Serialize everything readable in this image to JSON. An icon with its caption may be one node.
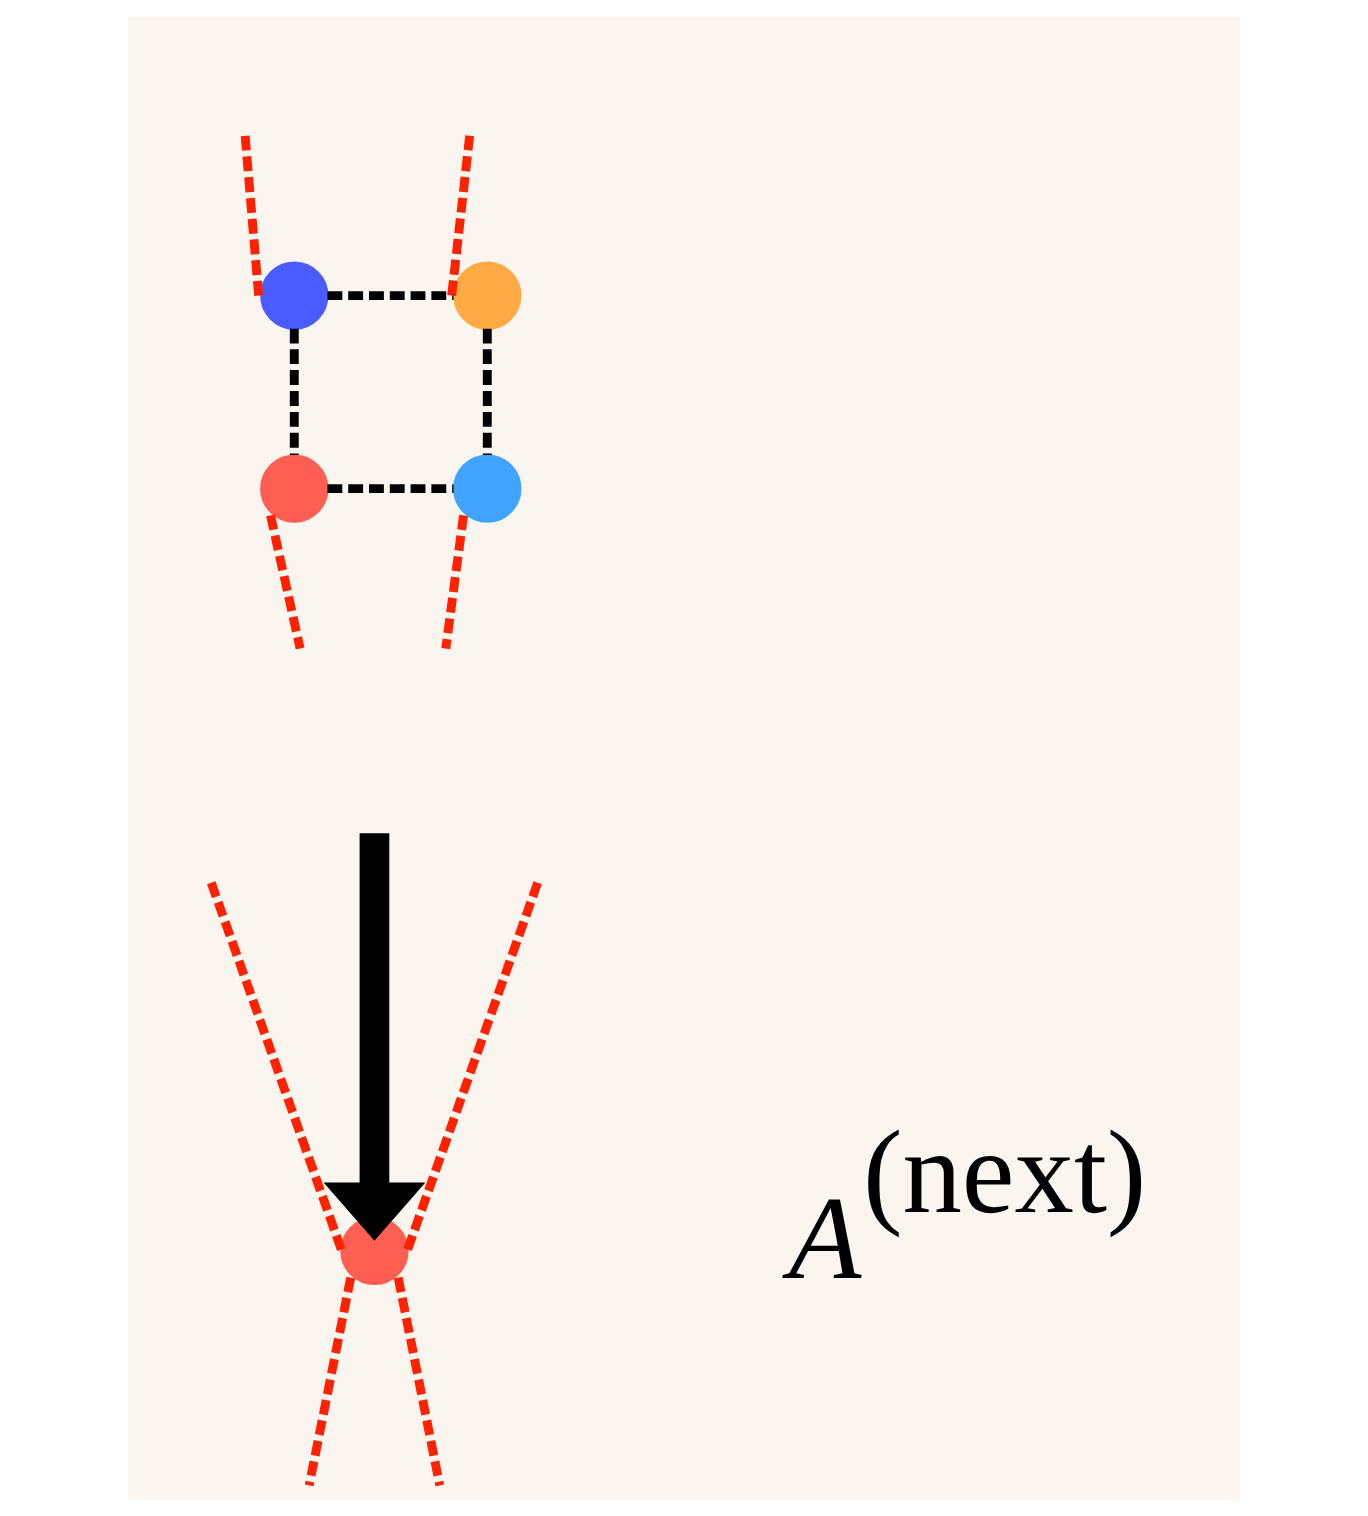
{
  "diagram": {
    "nodes": [
      {
        "text": [],
        "shape": "circle"
      },
      {
        "text": [],
        "shape": "circle"
      },
      {
        "text": [],
        "shape": "circle"
      },
      {
        "text": [],
        "shape": "circle"
      },
      {
        "text": [],
        "shape": "circle",
        "beside": [
          "A$^{(next)}$"
        ]
      }
    ],
    "edges": [
      {
        "from": 0,
        "to": 1,
        "arrow": "none",
        "style": "dashed",
        "color": "#000000"
      },
      {
        "from": 0,
        "to": 2,
        "arrow": "none",
        "style": "dashed",
        "color": "#000000"
      },
      {
        "from": 1,
        "to": 3,
        "arrow": "none",
        "style": "dashed",
        "color": "#000000"
      },
      {
        "from": 2,
        "to": 3,
        "arrow": "none",
        "style": "dashed",
        "color": "#000000"
      },
      {
        "from": null,
        "to": 0,
        "arrow": "none",
        "style": "dashed",
        "color": "#ff2200"
      },
      {
        "from": null,
        "to": 1,
        "arrow": "none",
        "style": "dashed",
        "color": "#ff2200"
      },
      {
        "from": 2,
        "to": null,
        "arrow": "none",
        "style": "dashed",
        "color": "#ff2200"
      },
      {
        "from": 3,
        "to": null,
        "arrow": "none",
        "style": "dashed",
        "color": "#ff2200"
      },
      {
        "from": null,
        "to": 4,
        "arrow": "none",
        "style": "dashed",
        "color": "#ff2200"
      },
      {
        "from": null,
        "to": 4,
        "arrow": "none",
        "style": "dashed",
        "color": "#ff2200"
      },
      {
        "from": null,
        "to": 4,
        "arrow": "to",
        "style": "thick",
        "color": "#000000"
      },
      {
        "from": 4,
        "to": null,
        "arrow": "none",
        "style": "dashed",
        "color": "#ff2200"
      },
      {
        "from": 4,
        "to": null,
        "arrow": "none",
        "style": "dashed",
        "color": "#ff2200"
      }
    ]
  }
}
